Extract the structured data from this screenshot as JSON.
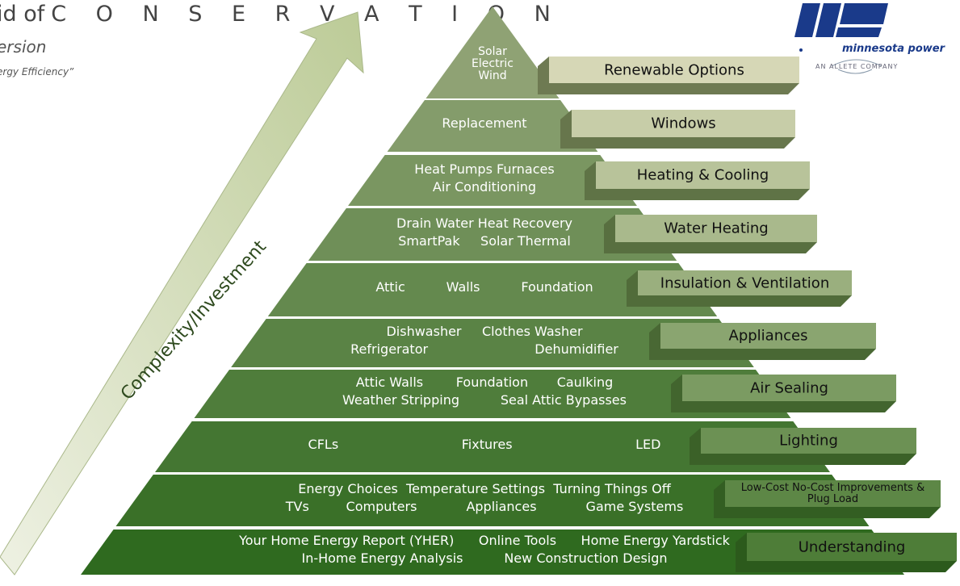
{
  "header": {
    "title_prefix": "id of",
    "title_word": "C O N S E R V A T I O N",
    "subtitle": "ersion",
    "quote": "ergy Efficiency”"
  },
  "axis_label": "Complexity/Investment",
  "logo": {
    "name": "minnesota power",
    "tagline": "AN ALLETE COMPANY",
    "icon": "minnesota-power-logo"
  },
  "tiers": [
    {
      "label": "Renewable Options",
      "lines": [
        "Solar",
        "Electric",
        "Wind"
      ]
    },
    {
      "label": "Windows",
      "lines": [
        "Replacement"
      ]
    },
    {
      "label": "Heating & Cooling",
      "lines": [
        "Heat Pumps Furnaces",
        "Air Conditioning"
      ]
    },
    {
      "label": "Water Heating",
      "lines": [
        "Drain Water Heat Recovery",
        "SmartPak     Solar Thermal"
      ]
    },
    {
      "label": "Insulation & Ventilation",
      "lines": [
        "Attic          Walls          Foundation"
      ]
    },
    {
      "label": "Appliances",
      "lines": [
        "Dishwasher     Clothes Washer",
        "Refrigerator                          Dehumidifier"
      ]
    },
    {
      "label": "Air Sealing",
      "lines": [
        "Attic Walls        Foundation       Caulking",
        "Weather Stripping          Seal Attic Bypasses"
      ]
    },
    {
      "label": "Lighting",
      "lines": [
        "CFLs                              Fixtures                              LED"
      ]
    },
    {
      "label": "Low-Cost No-Cost Improvements & Plug Load",
      "lines": [
        "Energy Choices  Temperature Settings  Turning Things Off",
        "TVs         Computers            Appliances            Game Systems"
      ]
    },
    {
      "label": "Understanding",
      "lines": [
        "Your Home Energy Report (YHER)      Online Tools      Home Energy Yardstick",
        "In-Home Energy Analysis          New Construction Design"
      ]
    }
  ],
  "colors": {
    "tier_top": "#8fa274",
    "tier_bottom": "#2f6a1f",
    "label_light": "#d6d7b6",
    "label_dark": "#4e7d38",
    "arrow": "#c6d1a8"
  }
}
